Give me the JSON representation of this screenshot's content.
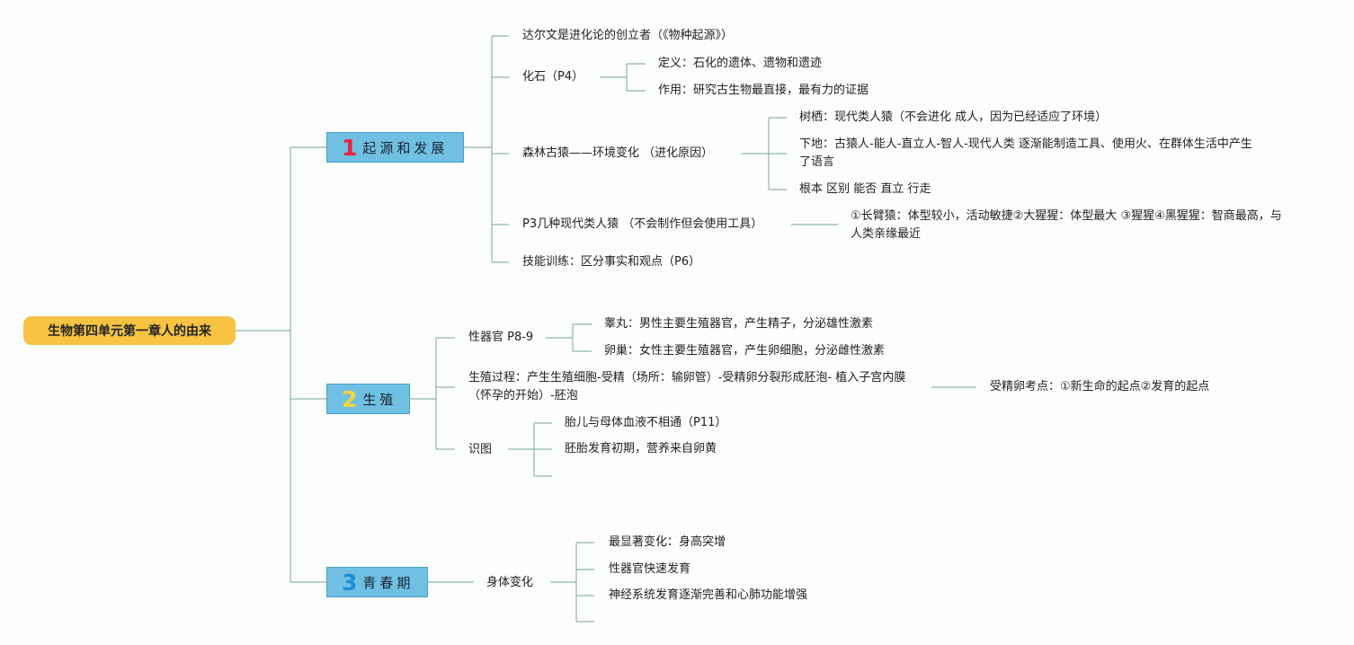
{
  "root": {
    "title": "生物第四单元第一章人的由来"
  },
  "colors": {
    "root_bg": "#f6c342",
    "section_bg": "#6fc0e3",
    "num1": "#e8233d",
    "num2": "#f6d33c",
    "num3": "#1a8fd6",
    "line": "#8fb5ad"
  },
  "s1": {
    "num": "1",
    "title": "起源和发展",
    "darwin": "达尔文是进化论的创立者（《物种起源》）",
    "fossil": "化石（P4）",
    "fossil_def": "定义：石化的遗体、遗物和遗迹",
    "fossil_use": "作用：研究古生物最直接，最有力的证据",
    "forest": "森林古猿——环境变化 （进化原因）",
    "tree": "树栖：现代类人猿（不会进化 成人，因为已经适应了环境）",
    "ground": "下地：古猿人-能人-直立人-智人-现代人类 逐渐能制造工具、使用火、在群体生活中产生了语言",
    "root_diff": "根本 区别 能否 直立 行走",
    "apes": "P3几种现代类人猿 （不会制作但会使用工具）",
    "apes_detail": "①长臂猿：体型较小，活动敏捷②大猩猩：体型最大 ③猩猩④黑猩猩：智商最高，与人类亲缘最近",
    "skill": "技能训练：区分事实和观点（P6）"
  },
  "s2": {
    "num": "2",
    "title": "生殖",
    "organ": "性器官 P8-9",
    "testis": "睾丸：男性主要生殖器官，产生精子，分泌雄性激素",
    "ovary": "卵巢：女性主要生殖器官，产生卵细胞，分泌雌性激素",
    "process": "生殖过程：产生生殖细胞-受精（场所：输卵管）-受精卵分裂形成胚泡- 植入子宫内膜（怀孕的开始）-胚泡",
    "zygote": "受精卵考点：①新生命的起点②发育的起点",
    "figure": "识图",
    "fig1": "胎儿与母体血液不相通（P11）",
    "fig2": "胚胎发育初期，营养来自卵黄"
  },
  "s3": {
    "num": "3",
    "title": "青春期",
    "body": "身体变化",
    "b1": "最显著变化：身高突增",
    "b2": "性器官快速发育",
    "b3": "神经系统发育逐渐完善和心肺功能增强"
  }
}
